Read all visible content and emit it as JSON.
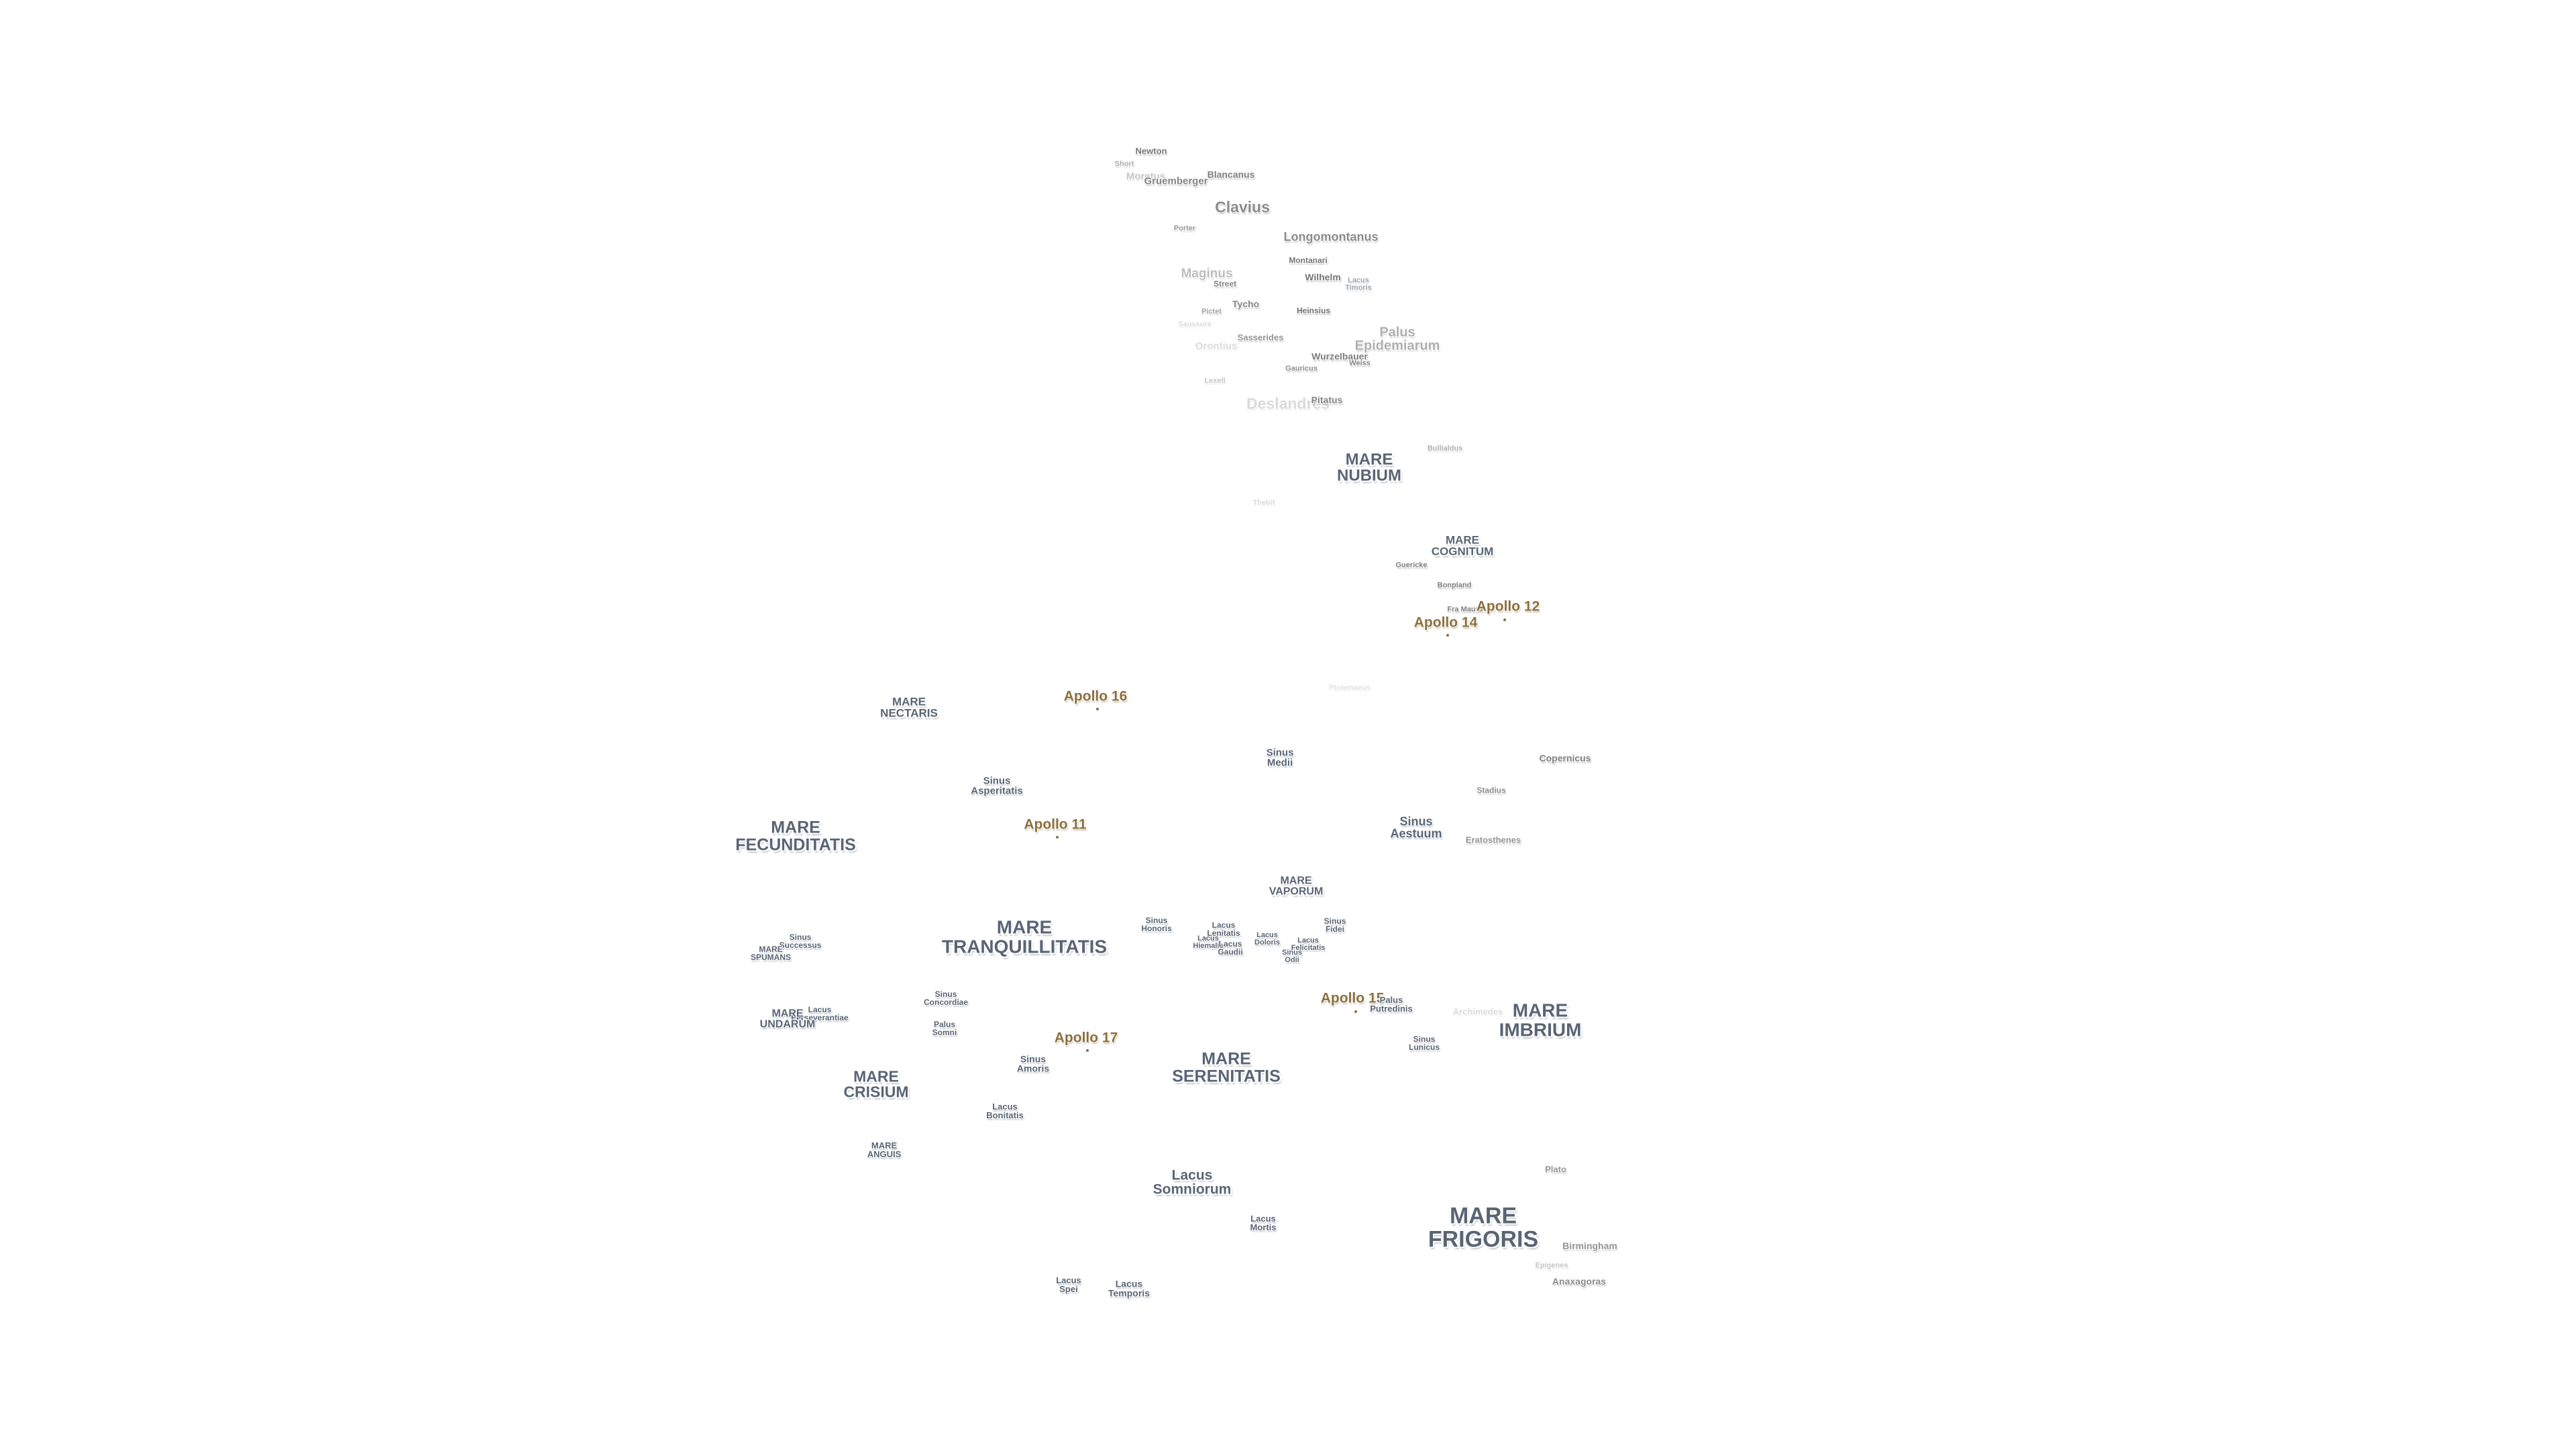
{
  "colors": {
    "mare_text": "#5a6574",
    "crater_text": "#6f6f6f",
    "apollo_text": "#8a6f3c",
    "apollo_marker": "#8a6f3c",
    "background": "#ffffff"
  },
  "map": {
    "labels": [
      {
        "id": "newton",
        "text": "Newton",
        "kind": "crater"
      },
      {
        "id": "short",
        "text": "Short",
        "kind": "crater"
      },
      {
        "id": "moretus",
        "text": "Moretus",
        "kind": "crater"
      },
      {
        "id": "gruemberger",
        "text": "Gruemberger",
        "kind": "crater"
      },
      {
        "id": "blancanus",
        "text": "Blancanus",
        "kind": "crater"
      },
      {
        "id": "clavius",
        "text": "Clavius",
        "kind": "crater"
      },
      {
        "id": "porter",
        "text": "Porter",
        "kind": "crater"
      },
      {
        "id": "longomontanus",
        "text": "Longomontanus",
        "kind": "crater"
      },
      {
        "id": "maginus",
        "text": "Maginus",
        "kind": "crater"
      },
      {
        "id": "montanari",
        "text": "Montanari",
        "kind": "crater"
      },
      {
        "id": "street",
        "text": "Street",
        "kind": "crater"
      },
      {
        "id": "wilhelm",
        "text": "Wilhelm",
        "kind": "crater"
      },
      {
        "id": "lacus-timoris",
        "text": "Lacus\nTimoris",
        "kind": "sinus"
      },
      {
        "id": "tycho",
        "text": "Tycho",
        "kind": "crater"
      },
      {
        "id": "heinsius",
        "text": "Heinsius",
        "kind": "crater"
      },
      {
        "id": "pictet",
        "text": "Pictet",
        "kind": "crater"
      },
      {
        "id": "saussure",
        "text": "Saussure",
        "kind": "crater"
      },
      {
        "id": "orontius",
        "text": "Orontius",
        "kind": "crater"
      },
      {
        "id": "sasserides",
        "text": "Sasserides",
        "kind": "crater"
      },
      {
        "id": "palus-epidemiarum",
        "text": "Palus\nEpidemiarum",
        "kind": "crater"
      },
      {
        "id": "wurzelbauer",
        "text": "Wurzelbauer",
        "kind": "crater"
      },
      {
        "id": "weiss",
        "text": "Weiss",
        "kind": "crater"
      },
      {
        "id": "gauricus",
        "text": "Gauricus",
        "kind": "crater"
      },
      {
        "id": "lexell",
        "text": "Lexell",
        "kind": "crater"
      },
      {
        "id": "deslandres",
        "text": "Deslandres",
        "kind": "crater"
      },
      {
        "id": "pitatus",
        "text": "Pitatus",
        "kind": "crater"
      },
      {
        "id": "bullialdus",
        "text": "Bullialdus",
        "kind": "crater"
      },
      {
        "id": "mare-nubium",
        "text": "MARE\nNUBIUM",
        "kind": "mare"
      },
      {
        "id": "thebit",
        "text": "Thebit",
        "kind": "crater"
      },
      {
        "id": "mare-cognitum",
        "text": "MARE\nCOGNITUM",
        "kind": "mare"
      },
      {
        "id": "guericke",
        "text": "Guericke",
        "kind": "crater"
      },
      {
        "id": "bonpland",
        "text": "Bonpland",
        "kind": "crater"
      },
      {
        "id": "fra-mauro",
        "text": "Fra Mauro",
        "kind": "crater"
      },
      {
        "id": "apollo-12",
        "text": "Apollo 12",
        "kind": "apollo"
      },
      {
        "id": "apollo-14",
        "text": "Apollo 14",
        "kind": "apollo"
      },
      {
        "id": "apollo-16",
        "text": "Apollo 16",
        "kind": "apollo"
      },
      {
        "id": "mare-nectaris",
        "text": "MARE\nNECTARIS",
        "kind": "mare"
      },
      {
        "id": "ptolemaeus",
        "text": "Ptolemaeus",
        "kind": "crater"
      },
      {
        "id": "sinus-medii",
        "text": "Sinus\nMedii",
        "kind": "sinus"
      },
      {
        "id": "copernicus",
        "text": "Copernicus",
        "kind": "crater"
      },
      {
        "id": "sinus-asperitatis",
        "text": "Sinus\nAsperitatis",
        "kind": "sinus"
      },
      {
        "id": "stadius",
        "text": "Stadius",
        "kind": "crater"
      },
      {
        "id": "apollo-11",
        "text": "Apollo 11",
        "kind": "apollo"
      },
      {
        "id": "mare-fecunditatis",
        "text": "MARE\nFECUNDITATIS",
        "kind": "mare"
      },
      {
        "id": "sinus-aestuum",
        "text": "Sinus\nAestuum",
        "kind": "sinus"
      },
      {
        "id": "eratosthenes",
        "text": "Eratosthenes",
        "kind": "crater"
      },
      {
        "id": "mare-vaporum",
        "text": "MARE\nVAPORUM",
        "kind": "mare"
      },
      {
        "id": "sinus-honoris",
        "text": "Sinus\nHonoris",
        "kind": "sinus"
      },
      {
        "id": "lacus-lenitatis",
        "text": "Lacus\nLenitatis",
        "kind": "sinus"
      },
      {
        "id": "lacus-hiemalis",
        "text": "Lacus\nHiemalis",
        "kind": "sinus"
      },
      {
        "id": "lacus-gaudii",
        "text": "Lacus\nGaudii",
        "kind": "sinus"
      },
      {
        "id": "lacus-doloris",
        "text": "Lacus\nDoloris",
        "kind": "sinus"
      },
      {
        "id": "lacus-felicitatis",
        "text": "Lacus\nFelicitatis",
        "kind": "sinus"
      },
      {
        "id": "sinus-odii",
        "text": "Sinus\nOdii",
        "kind": "sinus"
      },
      {
        "id": "sinus-fidei",
        "text": "Sinus\nFidei",
        "kind": "sinus"
      },
      {
        "id": "mare-tranquillitatis",
        "text": "MARE\nTRANQUILLITATIS",
        "kind": "mare"
      },
      {
        "id": "sinus-successus",
        "text": "Sinus\nSuccessus",
        "kind": "sinus"
      },
      {
        "id": "mare-spumans",
        "text": "MARE\nSPUMANS",
        "kind": "sinus"
      },
      {
        "id": "sinus-concordiae",
        "text": "Sinus\nConcordiae",
        "kind": "sinus"
      },
      {
        "id": "lacus-perseverantiae",
        "text": "Lacus\nPerseverantiae",
        "kind": "sinus"
      },
      {
        "id": "mare-undarum",
        "text": "MARE\nUNDARUM",
        "kind": "sinus"
      },
      {
        "id": "palus-somni",
        "text": "Palus\nSomni",
        "kind": "sinus"
      },
      {
        "id": "apollo-15",
        "text": "Apollo 15",
        "kind": "apollo"
      },
      {
        "id": "palus-putredinis",
        "text": "Palus\nPutredinis",
        "kind": "sinus"
      },
      {
        "id": "archimedes",
        "text": "Archimedes",
        "kind": "crater"
      },
      {
        "id": "mare-imbrium",
        "text": "MARE\nIMBRIUM",
        "kind": "mare"
      },
      {
        "id": "apollo-17",
        "text": "Apollo 17",
        "kind": "apollo"
      },
      {
        "id": "sinus-lunicus",
        "text": "Sinus\nLunicus",
        "kind": "sinus"
      },
      {
        "id": "sinus-amoris",
        "text": "Sinus\nAmoris",
        "kind": "sinus"
      },
      {
        "id": "mare-serenitatis",
        "text": "MARE\nSERENITATIS",
        "kind": "mare"
      },
      {
        "id": "mare-crisium",
        "text": "MARE\nCRISIUM",
        "kind": "mare"
      },
      {
        "id": "lacus-bonitatis",
        "text": "Lacus\nBonitatis",
        "kind": "sinus"
      },
      {
        "id": "mare-anguis",
        "text": "MARE\nANGUIS",
        "kind": "sinus"
      },
      {
        "id": "plato",
        "text": "Plato",
        "kind": "crater"
      },
      {
        "id": "lacus-somniorum",
        "text": "Lacus\nSomniorum",
        "kind": "mare"
      },
      {
        "id": "lacus-mortis",
        "text": "Lacus\nMortis",
        "kind": "sinus"
      },
      {
        "id": "mare-frigoris",
        "text": "MARE\nFRIGORIS",
        "kind": "mare"
      },
      {
        "id": "birmingham",
        "text": "Birmingham",
        "kind": "crater"
      },
      {
        "id": "epigenes",
        "text": "Epigenes",
        "kind": "crater"
      },
      {
        "id": "anaxagoras",
        "text": "Anaxagoras",
        "kind": "crater"
      },
      {
        "id": "lacus-spei",
        "text": "Lacus\nSpei",
        "kind": "sinus"
      },
      {
        "id": "lacus-temporis",
        "text": "Lacus\nTemporis",
        "kind": "sinus"
      }
    ]
  }
}
